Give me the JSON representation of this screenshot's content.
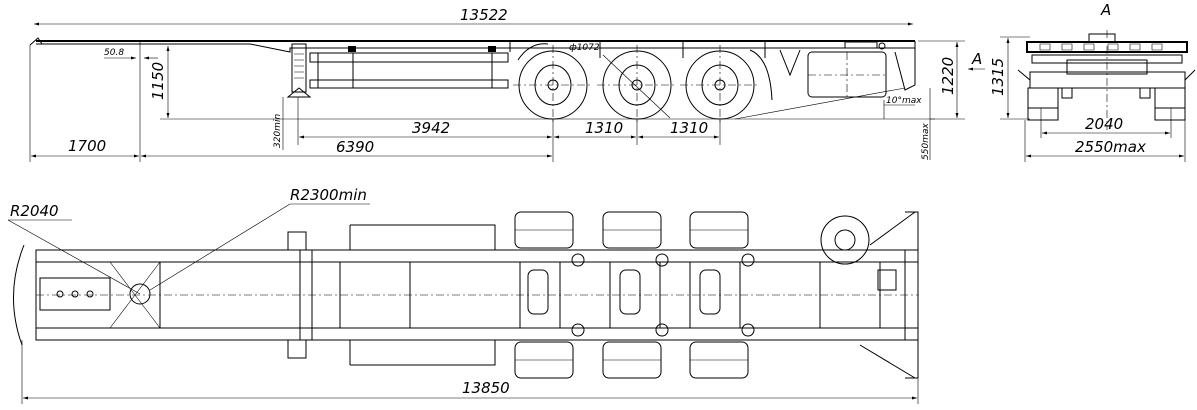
{
  "side_view": {
    "overall_length": "13522",
    "kingpin_offset": "50.8",
    "coupling_height": "1150",
    "front_overhang": "1700",
    "landing_gear_clearance": "320min",
    "landing_gear_to_axle": "3942",
    "kingpin_to_axle": "6390",
    "axle_spacing_1": "1310",
    "axle_spacing_2": "1310",
    "wheel_diameter": "ф1072",
    "departure_angle": "10°max",
    "deck_height": "1220",
    "rear_clearance": "550max",
    "section_marker": "A"
  },
  "rear_view": {
    "title": "A",
    "height": "1315",
    "track_width": "2040",
    "overall_width": "2550max"
  },
  "plan_view": {
    "front_radius": "R2040",
    "swing_radius": "R2300min",
    "overall_length": "13850"
  }
}
